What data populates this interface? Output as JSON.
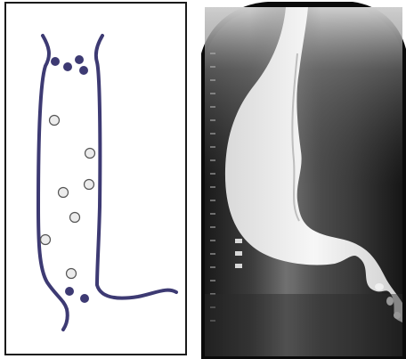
{
  "figure": {
    "left_panel": {
      "kind": "schematic-drawing",
      "subject": "esophagus-outline",
      "colors": {
        "border": "#1a1a1a",
        "wall": "#3d3a73",
        "dark_nodes": "#3d3a73",
        "light_nodes_fill": "#ececec",
        "light_nodes_stroke": "#555555"
      }
    },
    "right_panel": {
      "kind": "radiograph",
      "subject": "barium-esophagram",
      "colors": {
        "background": "#0b0b0b",
        "contrast": "#f2f2f2",
        "tissue": "#7a7a7a"
      }
    }
  }
}
